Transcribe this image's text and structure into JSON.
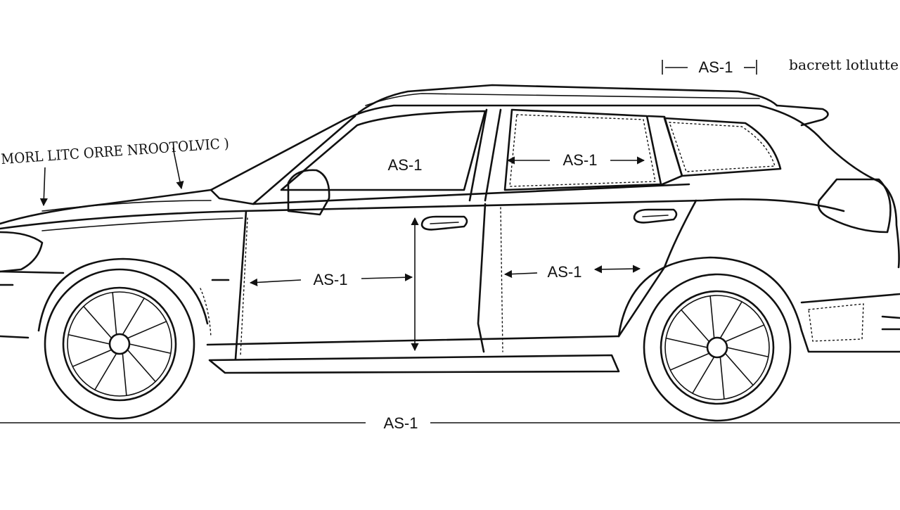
{
  "dimension_label": "AS-1",
  "annotations": {
    "top_left_note": "MORL LITC ORRE NROOTOLVIC )",
    "top_right_note": "bacrett lotlutte"
  },
  "colors": {
    "line": "#111111",
    "background": "#ffffff"
  }
}
